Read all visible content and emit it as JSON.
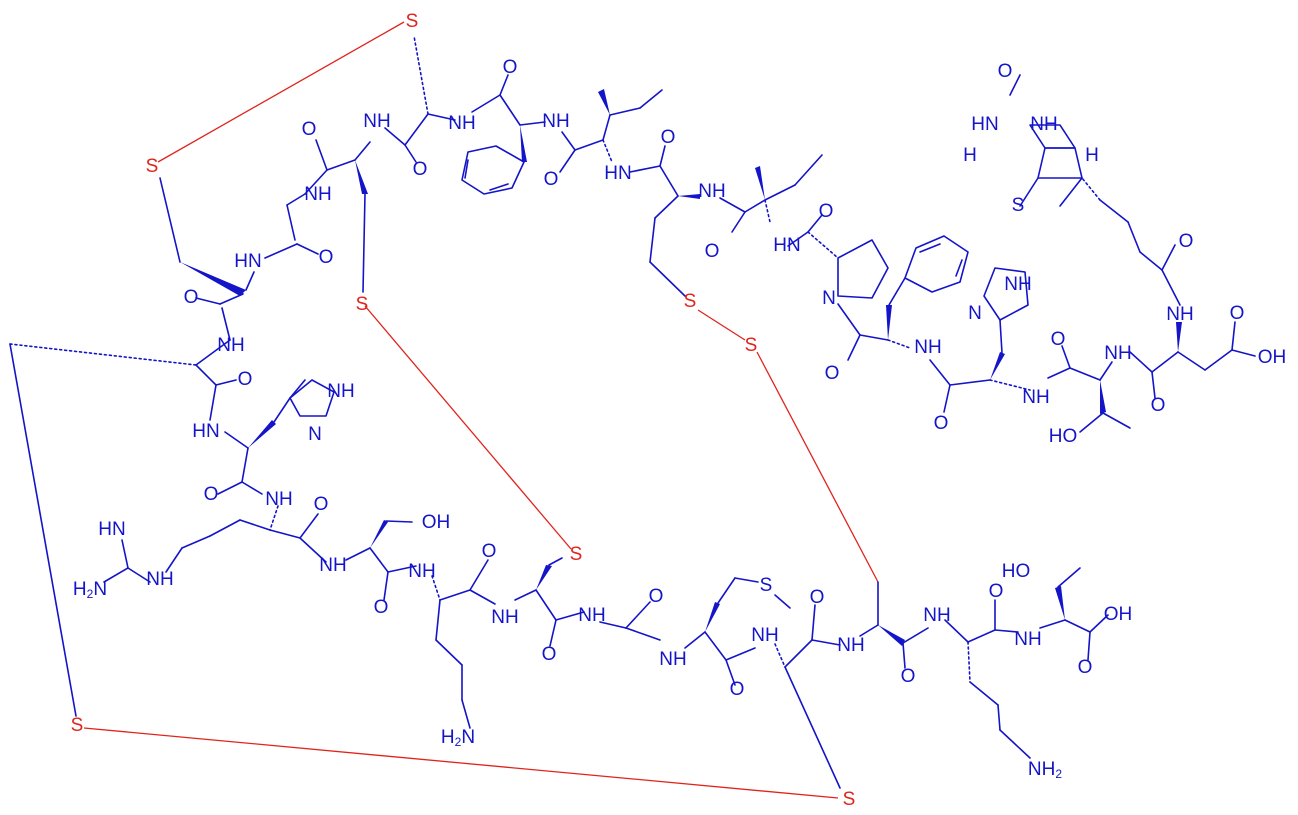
{
  "molecule": {
    "atom_labels": {
      "S": "S",
      "NH": "NH",
      "HN": "HN",
      "N": "N",
      "O": "O",
      "OH": "OH",
      "HO": "HO",
      "H": "H",
      "NH2_main": "NH",
      "NH2_sub": "2",
      "H2N_main_H": "H",
      "H2N_sub": "2",
      "H2N_N": "N",
      "S_methyl": "S"
    },
    "colors": {
      "backbone": "#1414c8",
      "disulfide": "#e0241c"
    }
  }
}
